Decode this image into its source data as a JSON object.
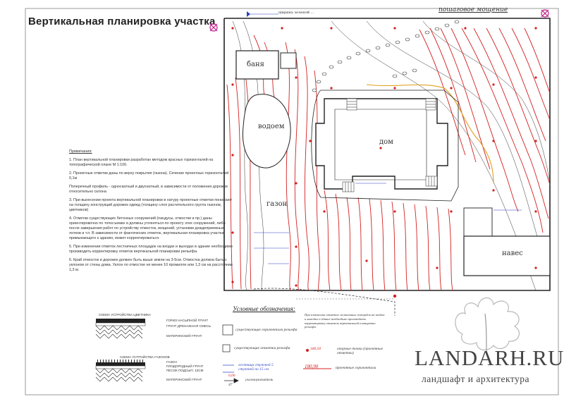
{
  "title": "Вертикальная планировка участка",
  "top_labels": {
    "north": "ширина зеленой ...",
    "paving": "пошаговое мощение"
  },
  "plan_labels": {
    "banya": "баня",
    "vodoem": "водоем",
    "dom": "дом",
    "gazon": "газон",
    "naves": "навес"
  },
  "notes": {
    "header": "Примечания:",
    "items": [
      "1. План вертикальной планировки разработан методом красных горизонталей на топографической плане М 1:100.",
      "2. Проектные отметки даны по верху покрытия (газона). Сечение проектных горизонталей 0,1м",
      "Поперечный профиль - односкатный и двускатный, в зависимости от положения дорожки относительно склона",
      "3. При вынесении проекта вертикальной планировки в натуру проектные отметки понижают на толщину конструкций дорожек одежд (толщину слоя растительного грунта газонов, цветников)",
      "4. Отметки существующих бетонных сооружений (пандусы, отмостки и пр.) даны ориентировочно по топосъемке и должны уточняться по проекту этих сооружений, либо после завершения работ по устройству отмосток, мощений, установки дождеприемных лотков и т.п. В зависимости от фактических отметок, вертикальная планировка участка, примыкающего к зданию, может корректироваться.",
      "5. При изменении отметок лестничных площадок на входах и выходах в здание необходимо производить корректировку отметок вертикальной планировки рельефа.",
      "6. Край отмосток и дорожек должен быть выше земли на 3-5см. Отмостка должна быть с уклоном от стены дома. Уклон по отмостке не менее 10 промилле или 1,3 см на расстоянии 1,3 м."
    ]
  },
  "legend": {
    "title": "Условные обозначения:",
    "items": [
      "существующие горизонтали рельефа",
      "существующие отметки рельефа",
      "опорные точки (проектные отметки)",
      "проектные горизонтали",
      "уклоноуказатель"
    ],
    "sample_values": {
      "opora": "180,50",
      "gorizontal": "180,90",
      "uklon_top": "0,06",
      "uklon_bottom": "47"
    },
    "stairs_note": "лестница ступеней 5 ступеней по 15 см",
    "correction_note": "При изменении отметок лестничных площадок на входах и выходах в здание необходимо производить корректировку отметок вертикальной планировки рельефа."
  },
  "schemas": {
    "flowerbed": {
      "title": "СХЕМА УСТРОЙСТВА ЦВЕТНИКА",
      "layers": [
        "ГОРИЗ НАСЫПНОЙ ГРУНТ",
        "ГРУНТ ДРЕНАЖНАЯ СМЕСЬ",
        "МАТЕРИНСКИЙ ГРУНТ"
      ]
    },
    "lawn": {
      "title": "СХЕМА УСТРОЙСТВА ГАЗОНОВ",
      "layers": [
        "ГАЗОН",
        "ПЛОДОРОДНЫЙ ГРУНТ",
        "ПЕСОК ПОДСЫП. 10СМ",
        "МАТЕРИНСКИЙ ГРУНТ"
      ]
    }
  },
  "brand": {
    "name": "LANDARH.RU",
    "tagline": "ландшафт и архитектура"
  },
  "colors": {
    "contour_red": "#d42020",
    "existing_black": "#222222",
    "marker_blue": "#2a3fbf",
    "orange_line": "#e0a020",
    "accent_magenta": "#c0208c"
  }
}
